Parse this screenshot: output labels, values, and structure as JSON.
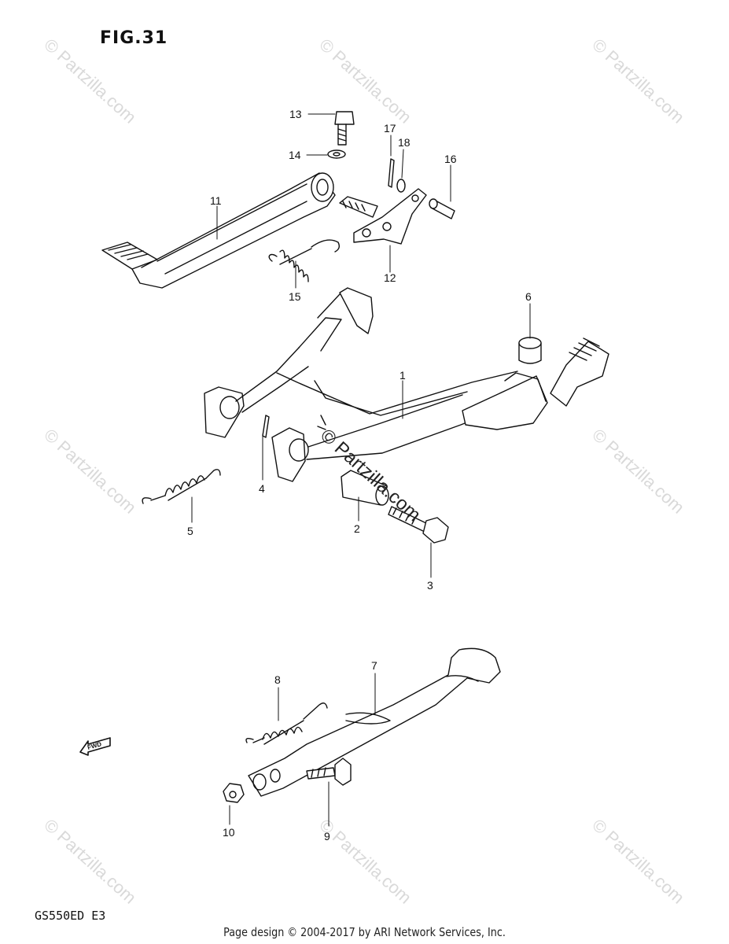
{
  "figure": {
    "title": "FIG.31",
    "model": "GS550ED E3",
    "footer": "Page design © 2004-2017 by ARI Network Services, Inc.",
    "center_watermark": "© Partzilla.com",
    "watermark": "© Partzilla.com",
    "fwd_label": "FWD"
  },
  "parts": [
    {
      "number": "1"
    },
    {
      "number": "2"
    },
    {
      "number": "3"
    },
    {
      "number": "4"
    },
    {
      "number": "5"
    },
    {
      "number": "6"
    },
    {
      "number": "7"
    },
    {
      "number": "8"
    },
    {
      "number": "9"
    },
    {
      "number": "10"
    },
    {
      "number": "11"
    },
    {
      "number": "12"
    },
    {
      "number": "13"
    },
    {
      "number": "14"
    },
    {
      "number": "15"
    },
    {
      "number": "16"
    },
    {
      "number": "17"
    },
    {
      "number": "18"
    }
  ]
}
